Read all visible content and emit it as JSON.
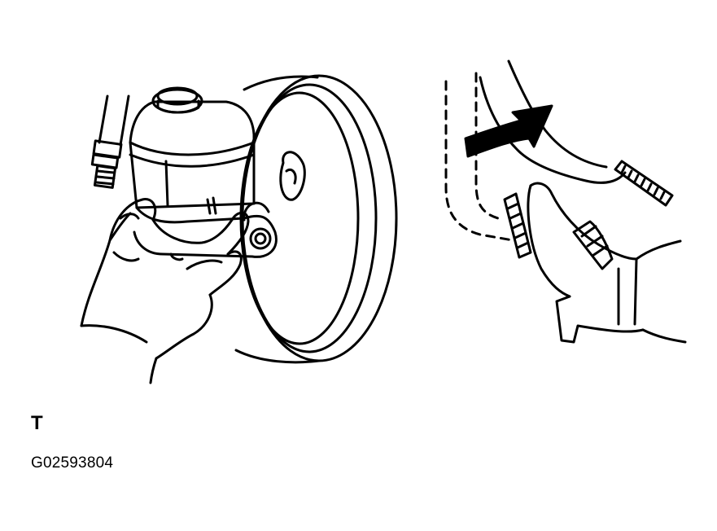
{
  "caption": {
    "letter": "T",
    "figure_code": "G02593804"
  },
  "illustration": {
    "left_panel": [
      "master-cylinder",
      "brake-booster",
      "brake-line",
      "hand"
    ],
    "right_panel": [
      "brake-pedal",
      "foot",
      "motion-arrow"
    ],
    "colors": {
      "ink": "#000000",
      "paper": "#ffffff"
    }
  }
}
